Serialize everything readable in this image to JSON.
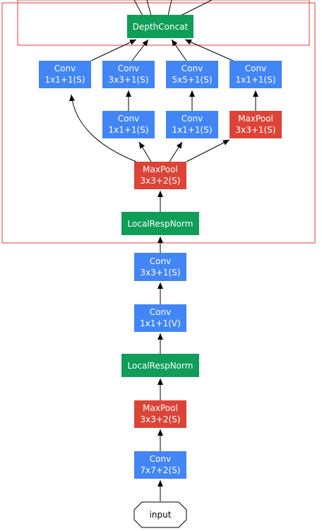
{
  "colors": {
    "conv": "#4285f4",
    "pool": "#db4437",
    "norm": "#0f9d58",
    "frame": "#e53935",
    "edge": "#000000"
  },
  "nodes": {
    "depth_concat": {
      "line1": "DepthConcat"
    },
    "conv_1x1_a": {
      "line1": "Conv",
      "line2": "1x1+1(S)"
    },
    "conv_3x3": {
      "line1": "Conv",
      "line2": "3x3+1(S)"
    },
    "conv_5x5": {
      "line1": "Conv",
      "line2": "5x5+1(S)"
    },
    "conv_1x1_d": {
      "line1": "Conv",
      "line2": "1x1+1(S)"
    },
    "conv_1x1_b": {
      "line1": "Conv",
      "line2": "1x1+1(S)"
    },
    "conv_1x1_c": {
      "line1": "Conv",
      "line2": "1x1+1(S)"
    },
    "maxpool_3x3_s1": {
      "line1": "MaxPool",
      "line2": "3x3+1(S)"
    },
    "maxpool_3x3_s2_top": {
      "line1": "MaxPool",
      "line2": "3x3+2(S)"
    },
    "localrespnorm_top": {
      "line1": "LocalRespNorm"
    },
    "conv_3x3_stem": {
      "line1": "Conv",
      "line2": "3x3+1(S)"
    },
    "conv_1x1_valid": {
      "line1": "Conv",
      "line2": "1x1+1(V)"
    },
    "localrespnorm_bottom": {
      "line1": "LocalRespNorm"
    },
    "maxpool_3x3_s2_bottom": {
      "line1": "MaxPool",
      "line2": "3x3+2(S)"
    },
    "conv_7x7": {
      "line1": "Conv",
      "line2": "7x7+2(S)"
    },
    "input": {
      "line1": "input"
    }
  }
}
